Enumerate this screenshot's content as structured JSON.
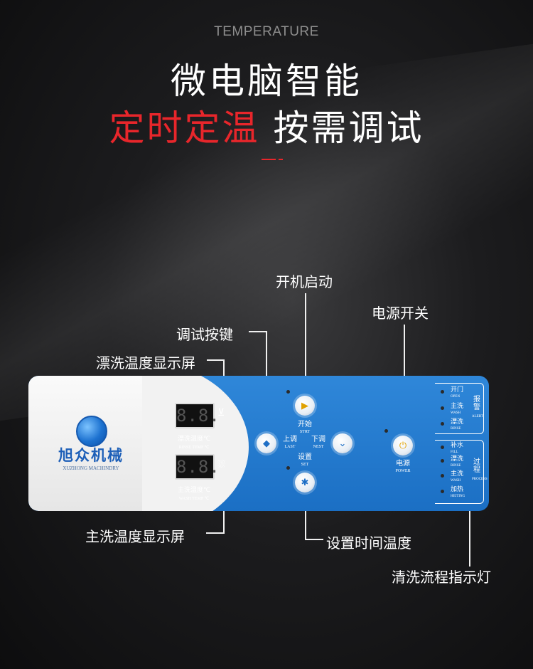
{
  "header": {
    "eyebrow": "TEMPERATURE",
    "line1": "微电脑智能",
    "line2_highlight": "定时定温",
    "line2_rest": " 按需调试"
  },
  "callouts": {
    "start": "开机启动",
    "power_switch": "电源开关",
    "adjust_keys": "调试按键",
    "rinse_display": "漂洗温度显示屏",
    "wash_display": "主洗温度显示屏",
    "set_time_temp": "设置时间温度",
    "process_lights": "清洗流程指示灯"
  },
  "panel": {
    "brand": "旭众机械",
    "brand_en": "XUZHONG MACHINDRY",
    "rinse_display_value": "8.8.",
    "wash_display_value": "8.8.",
    "rinse_label": "漂洗温度℃",
    "rinse_label_en": "RINSE TEMP ℃",
    "wash_label": "主洗温度℃",
    "wash_label_en": "WASH TEMP ℃",
    "start_label": "开始",
    "start_label_en": "STRT",
    "up_label": "上调",
    "up_label_en": "LAST",
    "down_label": "下调",
    "down_label_en": "NEST",
    "set_label": "设置",
    "set_label_en": "SET",
    "power_label": "电源",
    "power_label_en": "POWER",
    "alert_title": "报警",
    "alert_title_en": "ALERT",
    "alert_items": [
      {
        "cn": "开门",
        "en": "OPEN"
      },
      {
        "cn": "主洗",
        "en": "WASH"
      },
      {
        "cn": "漂洗",
        "en": "RINSE"
      }
    ],
    "process_title": "过程",
    "process_title_en": "PROCESS",
    "process_items": [
      {
        "cn": "补水",
        "en": "FILL"
      },
      {
        "cn": "漂洗",
        "en": "RINSE"
      },
      {
        "cn": "主洗",
        "en": "WASH"
      },
      {
        "cn": "加热",
        "en": "HEITING"
      }
    ]
  }
}
